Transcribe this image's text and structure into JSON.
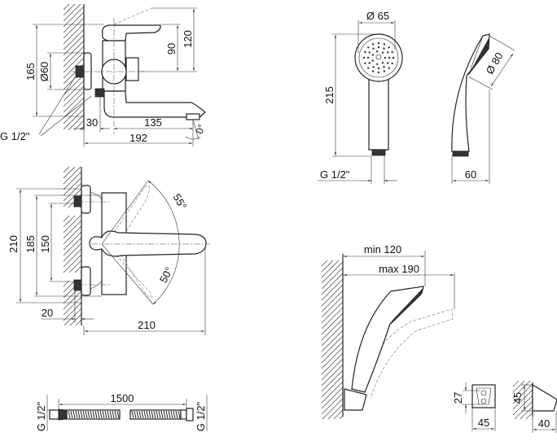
{
  "title": "Bath mixer and hand shower technical drawing",
  "mixer_side": {
    "height_total": "165",
    "flange_diameter": "Ø60",
    "handle_height": "90",
    "lever_height": "120",
    "wall_offset": "30",
    "spout_reach": "135",
    "total_depth": "192",
    "thread": "G 1/2\"",
    "aerator_angle": "0°"
  },
  "mixer_top": {
    "height_210": "210",
    "height_185": "185",
    "centers_150": "150",
    "offset_20": "20",
    "depth_210": "210",
    "angle_up": "55°",
    "angle_down": "50°"
  },
  "hand_shower": {
    "head_diameter": "Ø 65",
    "length": "215",
    "thread": "G 1/2\"",
    "side_diameter": "Ø 80",
    "depth": "60"
  },
  "wall_holder": {
    "min_reach": "min 120",
    "max_reach": "max 190",
    "front_height": "27",
    "front_width": "45",
    "side_height": "45",
    "side_depth": "40"
  },
  "hose": {
    "length": "1500",
    "thread_left": "G 1/2\"",
    "thread_right": "G 1/2\""
  }
}
